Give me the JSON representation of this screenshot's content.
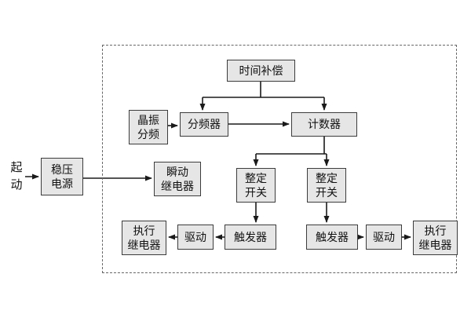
{
  "diagram": {
    "title_hint": "relay-timer-block-diagram",
    "start": {
      "line1": "起",
      "line2": "动"
    },
    "nodes": {
      "power": {
        "line1": "稳压",
        "line2": "电源"
      },
      "time_comp": {
        "label": "时间补偿"
      },
      "crystal": {
        "line1": "晶振",
        "line2": "分频"
      },
      "divider": {
        "label": "分频器"
      },
      "counter": {
        "label": "计数器"
      },
      "instant_relay": {
        "line1": "瞬动",
        "line2": "继电器"
      },
      "setting_switch_left": {
        "line1": "整定",
        "line2": "开关"
      },
      "setting_switch_right": {
        "line1": "整定",
        "line2": "开关"
      },
      "trigger_left": {
        "label": "触发器"
      },
      "trigger_right": {
        "label": "触发器"
      },
      "drive_left": {
        "label": "驱动"
      },
      "drive_right": {
        "label": "驱动"
      },
      "exec_relay_left": {
        "line1": "执行",
        "line2": "继电器"
      },
      "exec_relay_right": {
        "line1": "执行",
        "line2": "继电器"
      }
    },
    "colors": {
      "box_fill": "#e6e6e6",
      "box_border": "#3c3c3c",
      "line": "#1a1a1a",
      "dashed_frame": "#666666",
      "background": "#ffffff"
    }
  }
}
